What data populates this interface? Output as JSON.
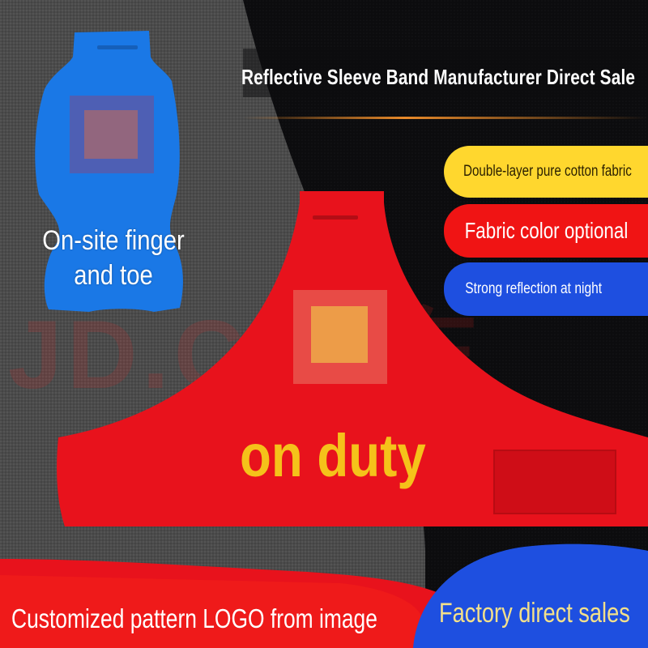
{
  "headline": "Reflective Sleeve Band Manufacturer Direct Sale",
  "features": [
    {
      "label": "Double-layer pure cotton fabric",
      "color": "#ffd72e"
    },
    {
      "label": "Fabric color optional",
      "color": "#f01414"
    },
    {
      "label": "Strong reflection at night",
      "color": "#1e4fe0"
    }
  ],
  "blue_product": {
    "caption_line1": "On-site finger",
    "caption_line2": "and toe",
    "color": "#1a78e6"
  },
  "red_product": {
    "label": "on duty",
    "color": "#e8121c",
    "label_color": "#f5c21a"
  },
  "footer": {
    "left": "Customized pattern LOGO from image",
    "right": "Factory direct sales"
  },
  "watermark": "JD.C 京东",
  "colors": {
    "background_gray": "#4a4a4a",
    "background_dark": "#0b0b0d",
    "accent_orange": "#e88a2a"
  }
}
